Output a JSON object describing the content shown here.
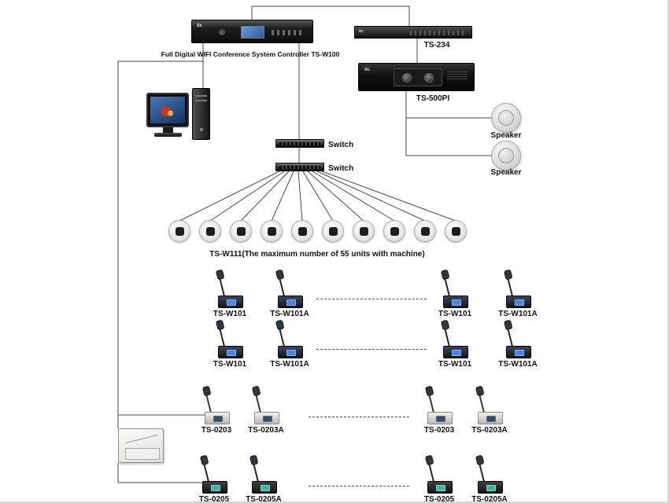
{
  "brand": "itc",
  "controller": {
    "label": "Full Digital WIFI Conference System Controller TS-W100"
  },
  "ts234": {
    "label": "TS-234"
  },
  "ts500pi": {
    "label": "TS-500PI"
  },
  "speakers": {
    "s1": "Speaker",
    "s2": "Speaker"
  },
  "switches": {
    "s1": "Switch",
    "s2": "Switch"
  },
  "wifi": {
    "caption": "TS-W111(The maximum number of 55 units with machine)"
  },
  "mics": {
    "row1": [
      "TS-W101",
      "TS-W101A",
      "TS-W101",
      "TS-W101A"
    ],
    "row2": [
      "TS-W101",
      "TS-W101A",
      "TS-W101",
      "TS-W101A"
    ],
    "row3": [
      "TS-0203",
      "TS-0203A",
      "TS-0203",
      "TS-0203A"
    ],
    "row4": [
      "TS-0205",
      "TS-0205A",
      "TS-0205",
      "TS-0205A"
    ]
  },
  "colors": {
    "wire": "#4a4a4a",
    "screen_blue": "#4d86d8",
    "screen_teal": "#3fb39f",
    "device_black": "#111111"
  }
}
